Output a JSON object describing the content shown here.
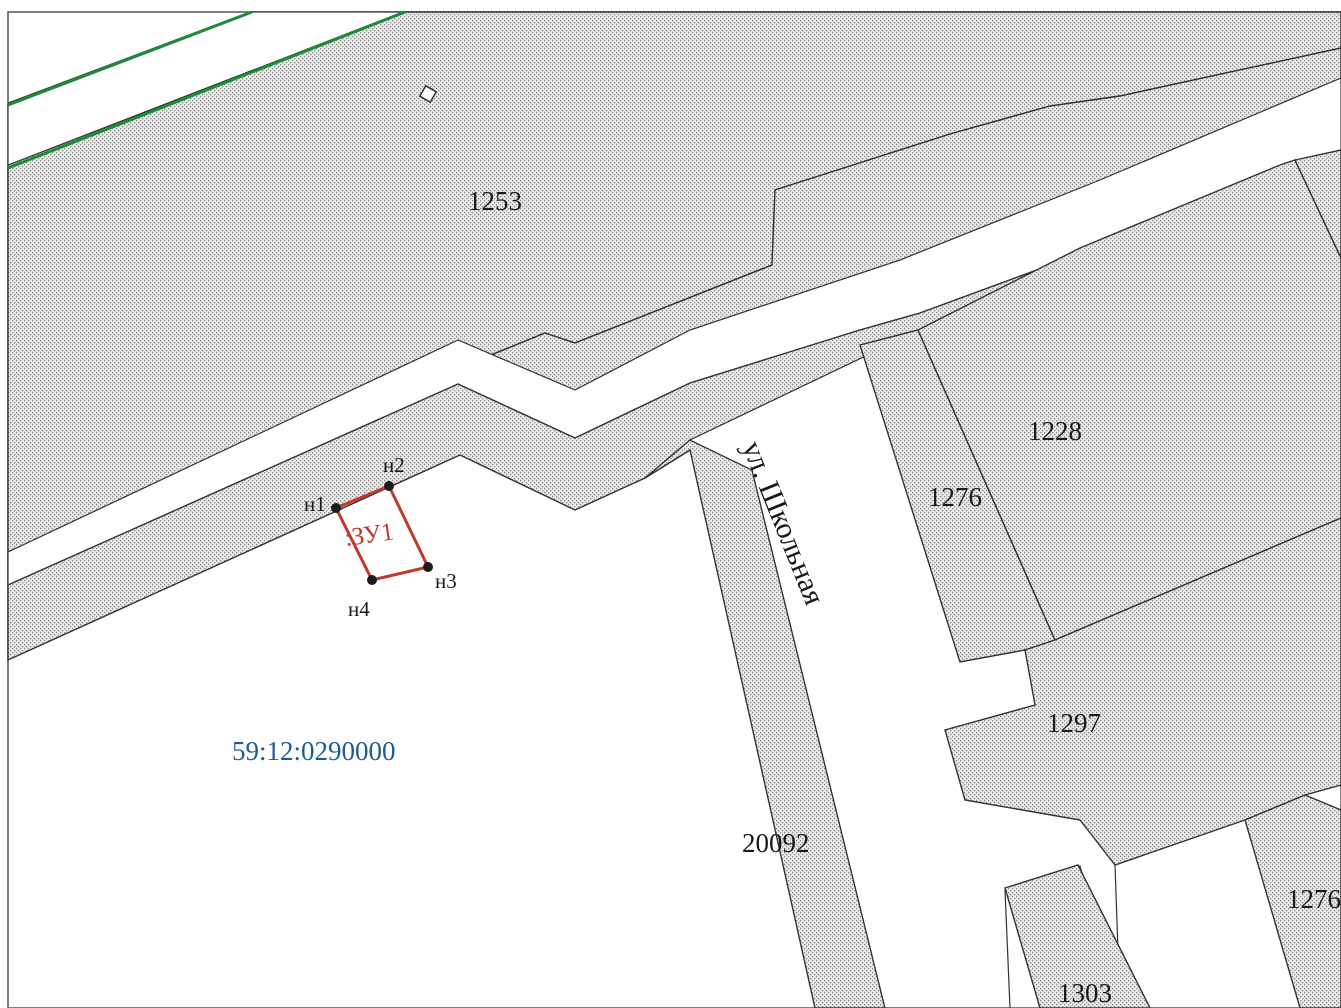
{
  "map": {
    "quarter_label": "59:12:0290000",
    "street_label": "ул. Школьная",
    "parcels": [
      {
        "id": "parcel-1253",
        "label": "1253"
      },
      {
        "id": "parcel-1228",
        "label": "1228"
      },
      {
        "id": "parcel-1276-a",
        "label": "1276"
      },
      {
        "id": "parcel-1297",
        "label": "1297"
      },
      {
        "id": "parcel-20092",
        "label": "20092"
      },
      {
        "id": "parcel-1303",
        "label": "1303"
      },
      {
        "id": "parcel-1276-b",
        "label": "1276"
      }
    ],
    "new_parcel": {
      "label": ":ЗУ1",
      "points": [
        "н1",
        "н2",
        "н3",
        "н4"
      ]
    },
    "colors": {
      "boundary": "#333333",
      "new_parcel": "#c0392b",
      "green_line": "#1e8a3c",
      "quarter_label": "#1f5a96"
    }
  }
}
